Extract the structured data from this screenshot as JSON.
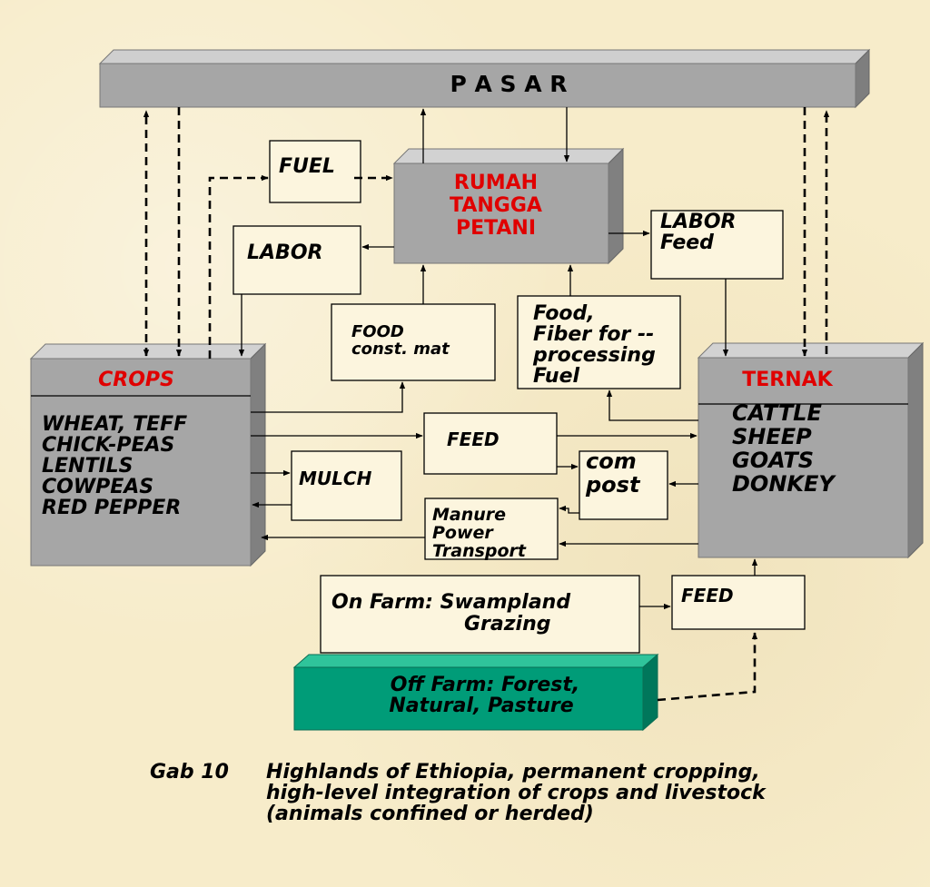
{
  "pasar": "P A S A R",
  "rumah": [
    "RUMAH",
    "TANGGA",
    "PETANI"
  ],
  "fuel": "FUEL",
  "labor_left": "LABOR",
  "labor_feed": [
    "LABOR",
    "Feed"
  ],
  "food_const": [
    "FOOD",
    "const. mat"
  ],
  "food_fiber": [
    "Food,",
    "Fiber  for --",
    "processing",
    "Fuel"
  ],
  "crops": {
    "title": "CROPS",
    "items": [
      "WHEAT, TEFF",
      "CHICK-PEAS",
      "LENTILS",
      "COWPEAS",
      "RED PEPPER"
    ]
  },
  "ternak": {
    "title": "TERNAK",
    "items": [
      "CATTLE",
      "SHEEP",
      "GOATS",
      "DONKEY"
    ]
  },
  "feed_mid": "FEED",
  "mulch": "MULCH",
  "compost": [
    "com",
    "post"
  ],
  "manure": [
    "Manure",
    "Power",
    "Transport"
  ],
  "on_farm": [
    "On Farm: Swampland",
    "Grazing"
  ],
  "feed_bottom": "FEED",
  "off_farm": [
    "Off Farm: Forest,",
    "Natural, Pasture"
  ],
  "caption": {
    "label": "Gab 10",
    "lines": [
      "Highlands of Ethiopia, permanent cropping,",
      "high-level integration of crops and livestock",
      "(animals confined or herded)"
    ]
  },
  "colors": {
    "gray_box": "#a6a6a6",
    "green_box": "#009c78",
    "highlight_red": "#e00000"
  }
}
